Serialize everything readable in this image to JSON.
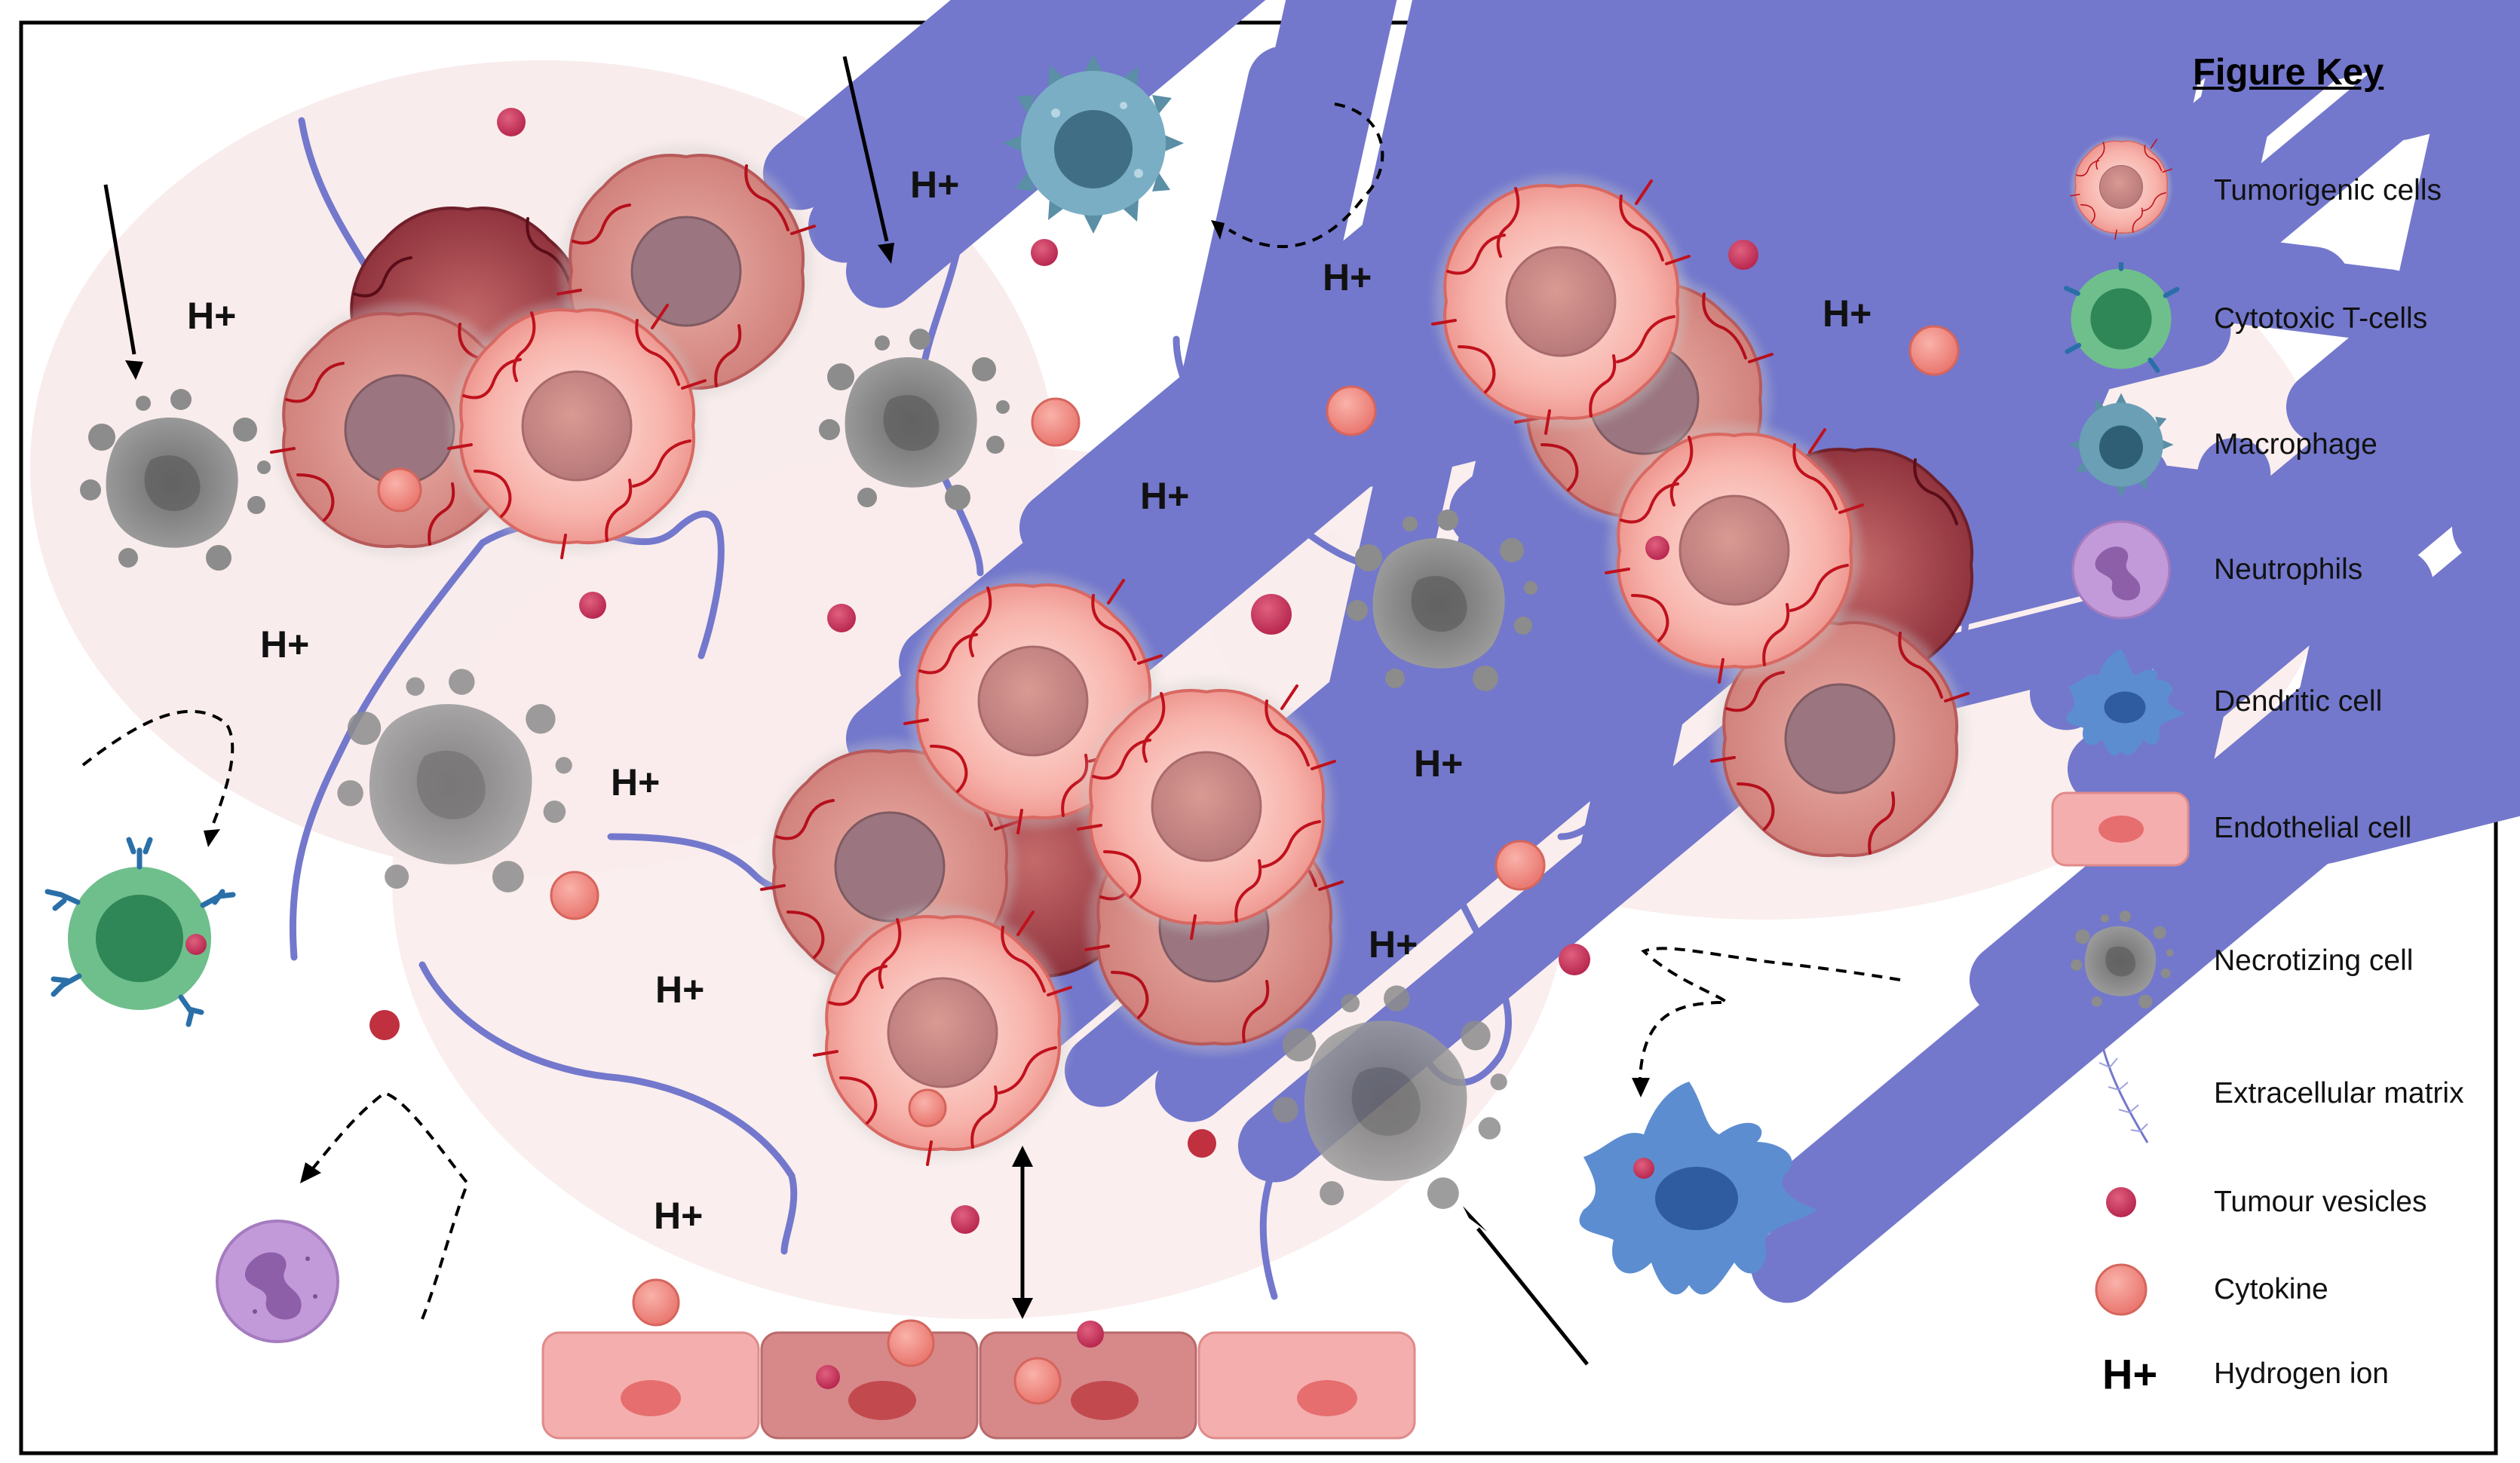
{
  "figure_key": {
    "title": "Figure Key",
    "items": [
      {
        "label": "Tumorigenic cells",
        "icon": "tumor-cell-icon"
      },
      {
        "label": "Cytotoxic T-cells",
        "icon": "t-cell-icon"
      },
      {
        "label": "Macrophage",
        "icon": "macrophage-icon"
      },
      {
        "label": "Neutrophils",
        "icon": "neutrophil-icon"
      },
      {
        "label": "Dendritic cell",
        "icon": "dendritic-cell-icon"
      },
      {
        "label": "Endothelial cell",
        "icon": "endothelial-cell-icon"
      },
      {
        "label": "Necrotizing cell",
        "icon": "necrotizing-cell-icon"
      },
      {
        "label": "Extracellular matrix",
        "icon": "ecm-fiber-icon"
      },
      {
        "label": "Tumour vesicles",
        "icon": "vesicle-icon"
      },
      {
        "label": "Cytokine",
        "icon": "cytokine-icon"
      },
      {
        "label": "Hydrogen ion",
        "icon": "hydrogen-ion-symbol",
        "symbol": "H+"
      }
    ]
  },
  "scene": {
    "hydrogen_ion_label": "H+",
    "colors": {
      "tumor_fill": "#f7b3ab",
      "tumor_dark": "#a8424a",
      "vessel_red": "#c0111c",
      "t_cell_green": "#3f9a63",
      "macrophage_blue": "#5a8fa6",
      "neutrophil_purple": "#b58ad1",
      "dendritic_blue": "#4f7ec2",
      "endothelial_pink": "#f4aeae",
      "necrotic_gray": "#8a8a8a",
      "ecm_purple": "#7378cc",
      "vesicle_magenta": "#cc3f68",
      "cytokine_salmon": "#f08e83",
      "frame_black": "#000000"
    }
  }
}
